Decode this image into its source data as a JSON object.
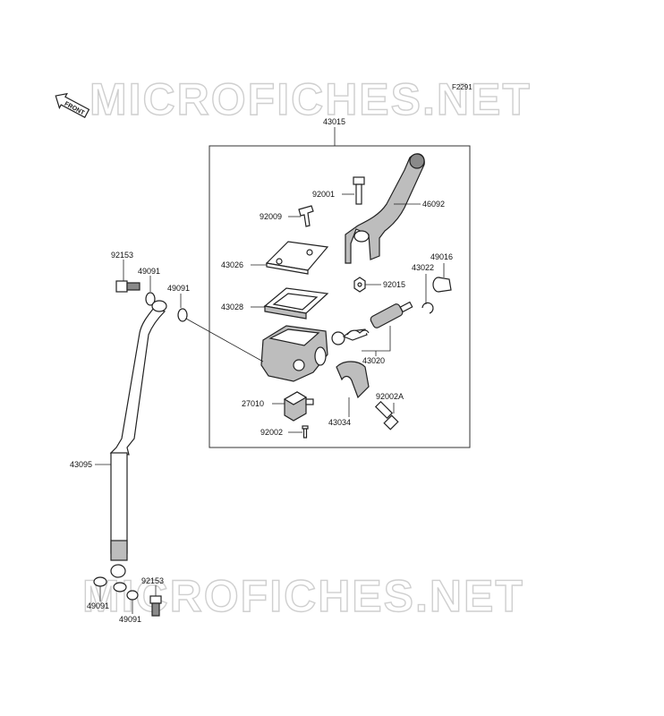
{
  "diagram": {
    "figure_code": "F2291",
    "watermark_text": "MICROFICHES.NET",
    "front_label": "FRONT",
    "labels": {
      "assembly": "43015",
      "lever": "46092",
      "lever_bolt": "92001",
      "cap_screw_top": "92009",
      "reservoir_cap": "43026",
      "diaphragm": "43028",
      "lever_nut": "92015",
      "circlip": "43022",
      "boot": "49016",
      "piston_kit": "43020",
      "switch": "27010",
      "switch_screw": "92002",
      "clamp": "43034",
      "clamp_bolt": "92002A",
      "hose": "43095",
      "banjo_bolt_top": "92153",
      "washer_top_a": "49091",
      "washer_top_b": "49091",
      "banjo_bolt_bottom": "92153",
      "washer_bottom_a": "49091",
      "washer_bottom_b": "49091"
    }
  }
}
